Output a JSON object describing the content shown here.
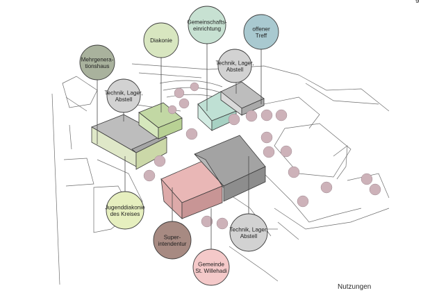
{
  "caption": "Nutzungen",
  "corner_mark": "g",
  "labels": [
    {
      "id": "mehrgenerationshaus",
      "lines": [
        "Mehrgenera-",
        "tionshaus"
      ],
      "fill": "#a9b29d"
    },
    {
      "id": "diakonie",
      "lines": [
        "Diakonie"
      ],
      "fill": "#d8e6c0"
    },
    {
      "id": "gemeinschaftseinrichtung",
      "lines": [
        "Gemeinschafts-",
        "einrichtung"
      ],
      "fill": "#c7e1d2"
    },
    {
      "id": "offener-treff",
      "lines": [
        "offener",
        "Treff"
      ],
      "fill": "#a9c9d0"
    },
    {
      "id": "technik-lager-abstell-1",
      "lines": [
        "Technik, Lager,",
        "Abstell"
      ],
      "fill": "#d2d2d2"
    },
    {
      "id": "technik-lager-abstell-2",
      "lines": [
        "Technik, Lager,",
        "Abstell"
      ],
      "fill": "#d2d2d2"
    },
    {
      "id": "jugenddiakonie",
      "lines": [
        "Jugenddiakonie",
        "des Kreises"
      ],
      "fill": "#e6efbf"
    },
    {
      "id": "superintendentur",
      "lines": [
        "Super-",
        "intendentur"
      ],
      "fill": "#a78a82"
    },
    {
      "id": "gemeinde-st-willehadi",
      "lines": [
        "Gemeinde",
        "St. Willehadi"
      ],
      "fill": "#f4c9c9"
    },
    {
      "id": "technik-lager-abstell-3",
      "lines": [
        "Technik, Lager,",
        "Abstell"
      ],
      "fill": "#d2d2d2"
    }
  ],
  "colors": {
    "tree": "#cdb2b9",
    "building_grey": "#b9b9b9",
    "building_pink": "#e8b4b3",
    "building_green": "#cfe3b5",
    "building_mint": "#c3e3d6"
  }
}
